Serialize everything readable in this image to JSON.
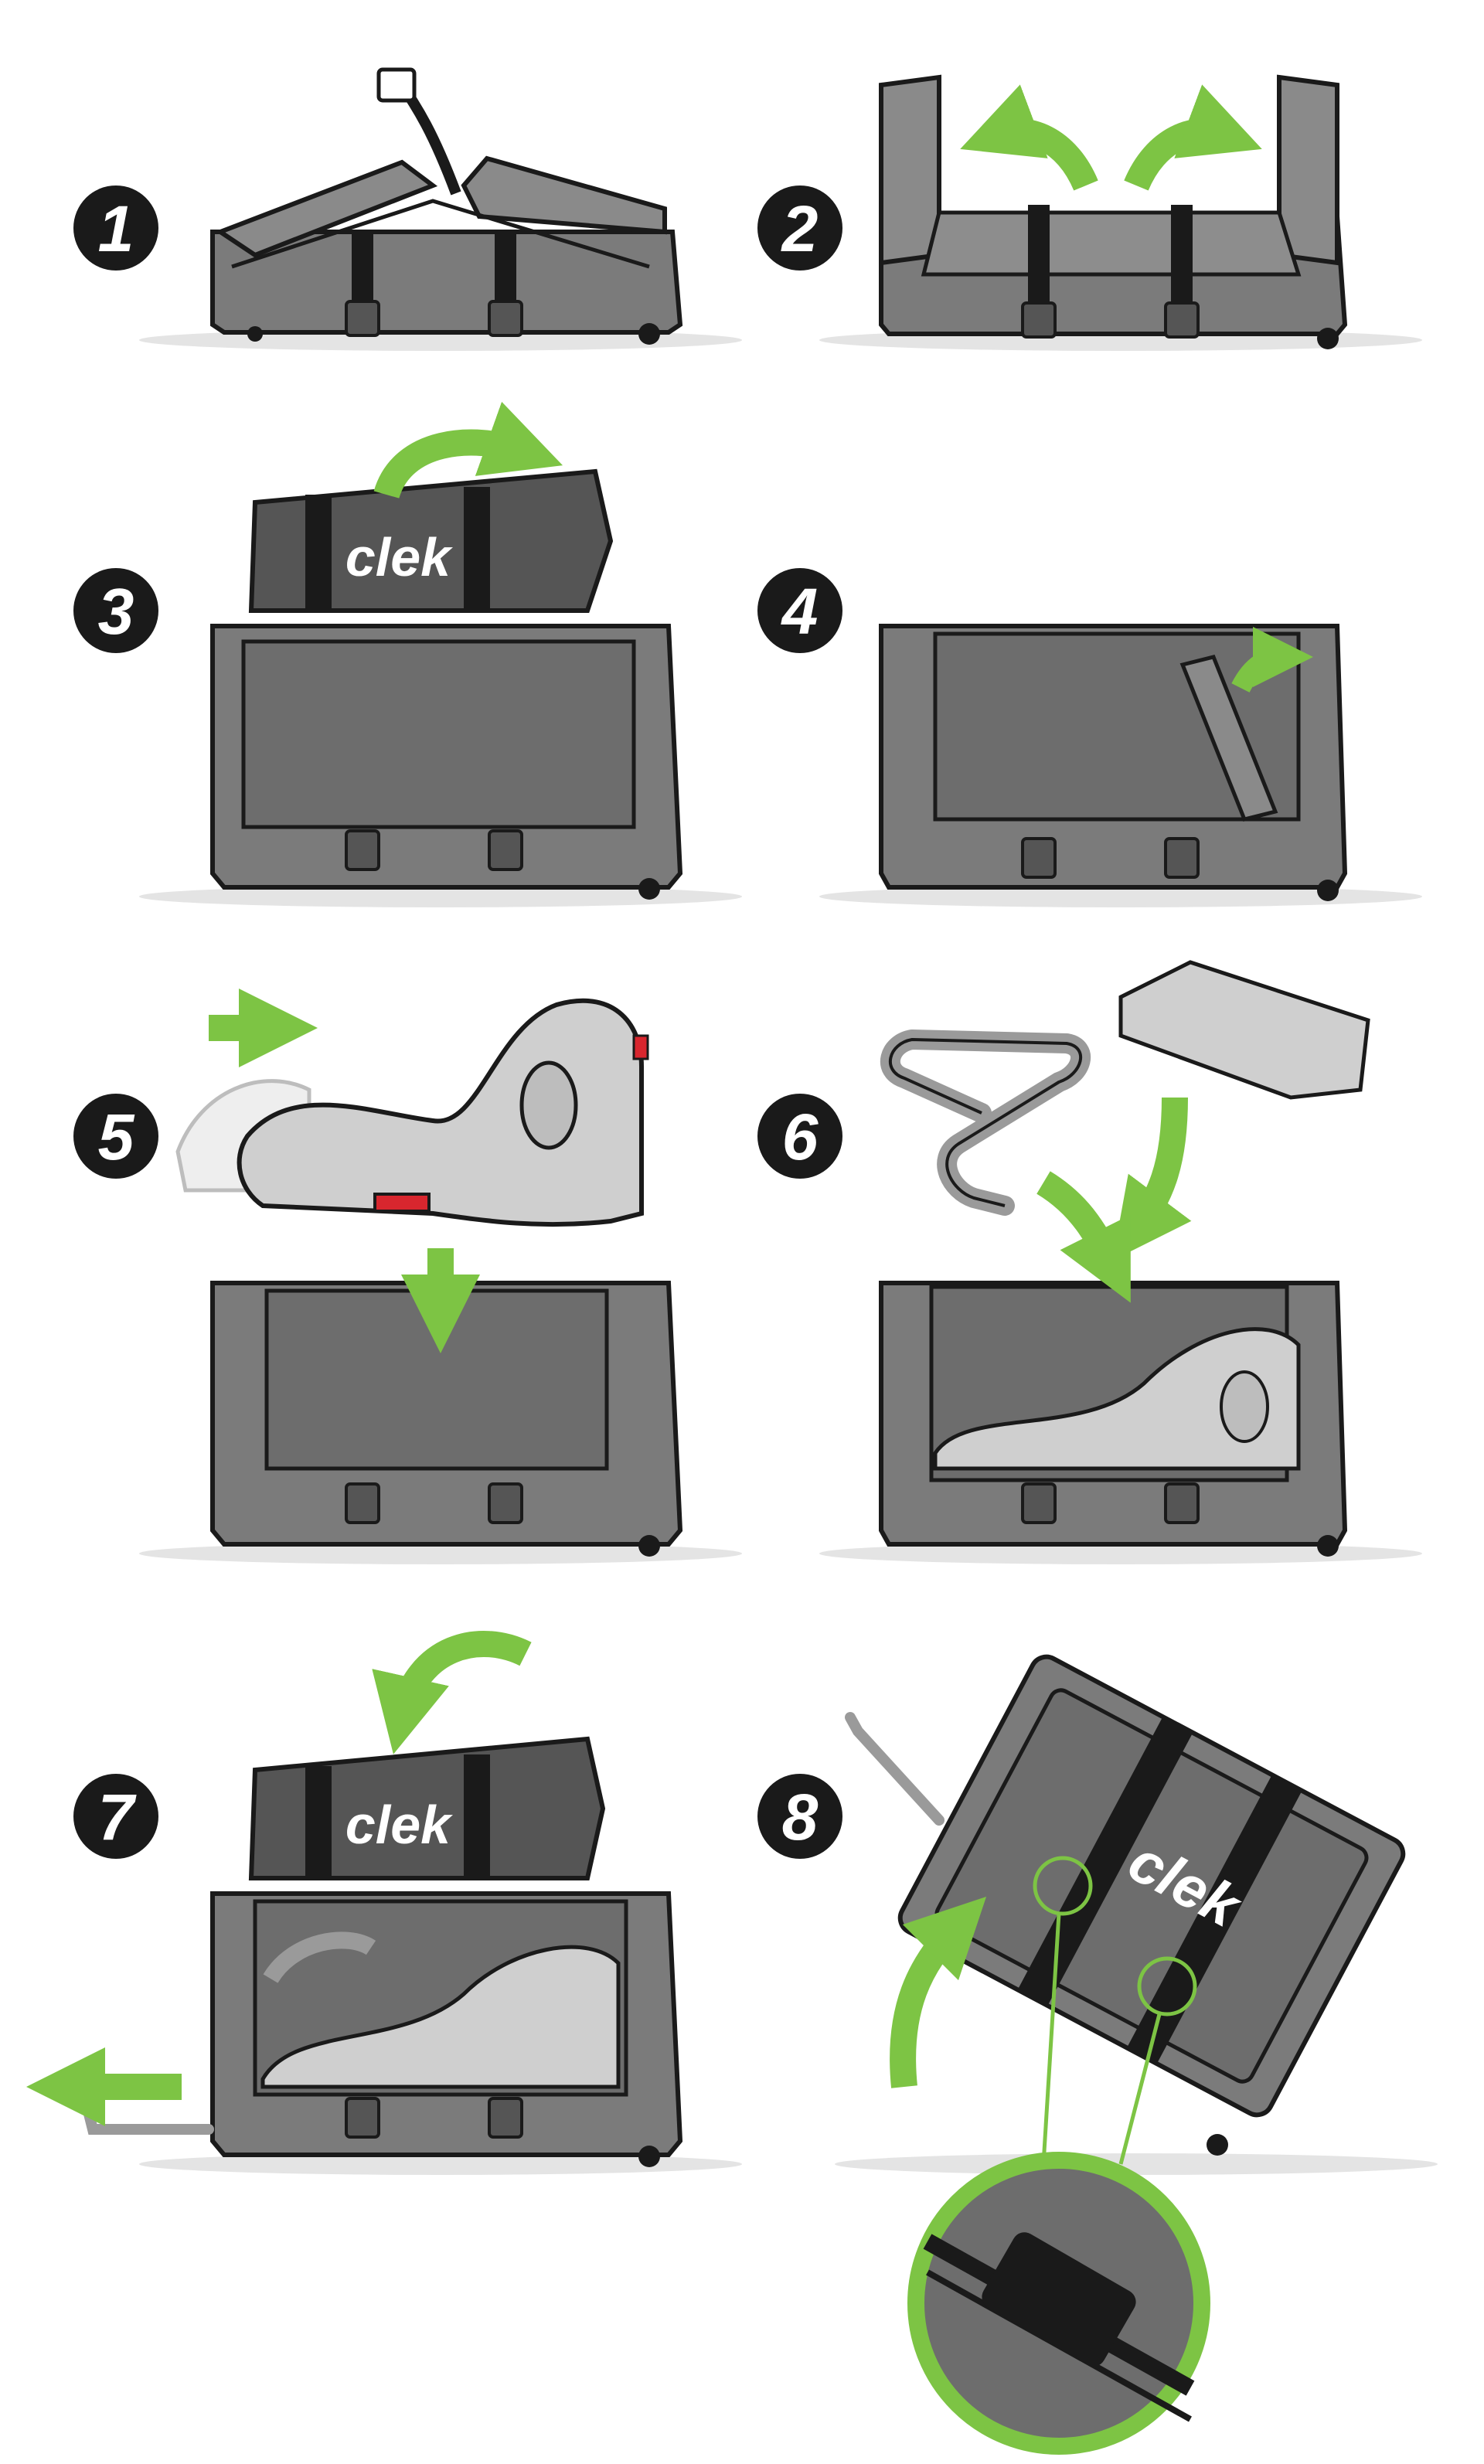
{
  "steps": [
    {
      "number": "1"
    },
    {
      "number": "2"
    },
    {
      "number": "3",
      "brand": "clek"
    },
    {
      "number": "4"
    },
    {
      "number": "5"
    },
    {
      "number": "6"
    },
    {
      "number": "7",
      "brand": "clek"
    },
    {
      "number": "8",
      "brand": "clek"
    }
  ],
  "colors": {
    "case": "#7b7b7b",
    "case_dark": "#5f5f5f",
    "outline": "#1a1a1a",
    "arrow": "#7dc444",
    "seat": "#cfcfcf",
    "accent_red": "#d8262e",
    "shadow": "#e4e4e4"
  }
}
